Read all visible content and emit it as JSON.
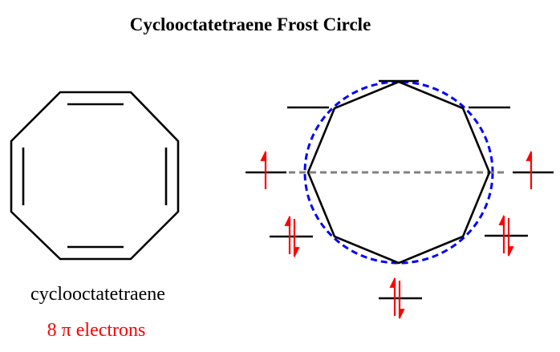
{
  "title": "Cyclooctatetraene Frost Circle",
  "molecule": {
    "name": "cyclooctatetraene",
    "electron_count": "8 π electrons"
  },
  "colors": {
    "text": "#000000",
    "electron_text": "#ff0000",
    "circle": "#0000ff",
    "nonbonding_line": "#808080",
    "electron_arrow": "#ff0000",
    "bond": "#000000"
  },
  "frost_circle": {
    "energy_levels": 8,
    "occupied_levels": [
      {
        "level": "bonding-bottom",
        "electrons": 2
      },
      {
        "level": "bonding-lower-left",
        "electrons": 2
      },
      {
        "level": "bonding-lower-right",
        "electrons": 2
      },
      {
        "level": "nonbonding-left",
        "electrons": 1
      },
      {
        "level": "nonbonding-right",
        "electrons": 1
      }
    ]
  }
}
